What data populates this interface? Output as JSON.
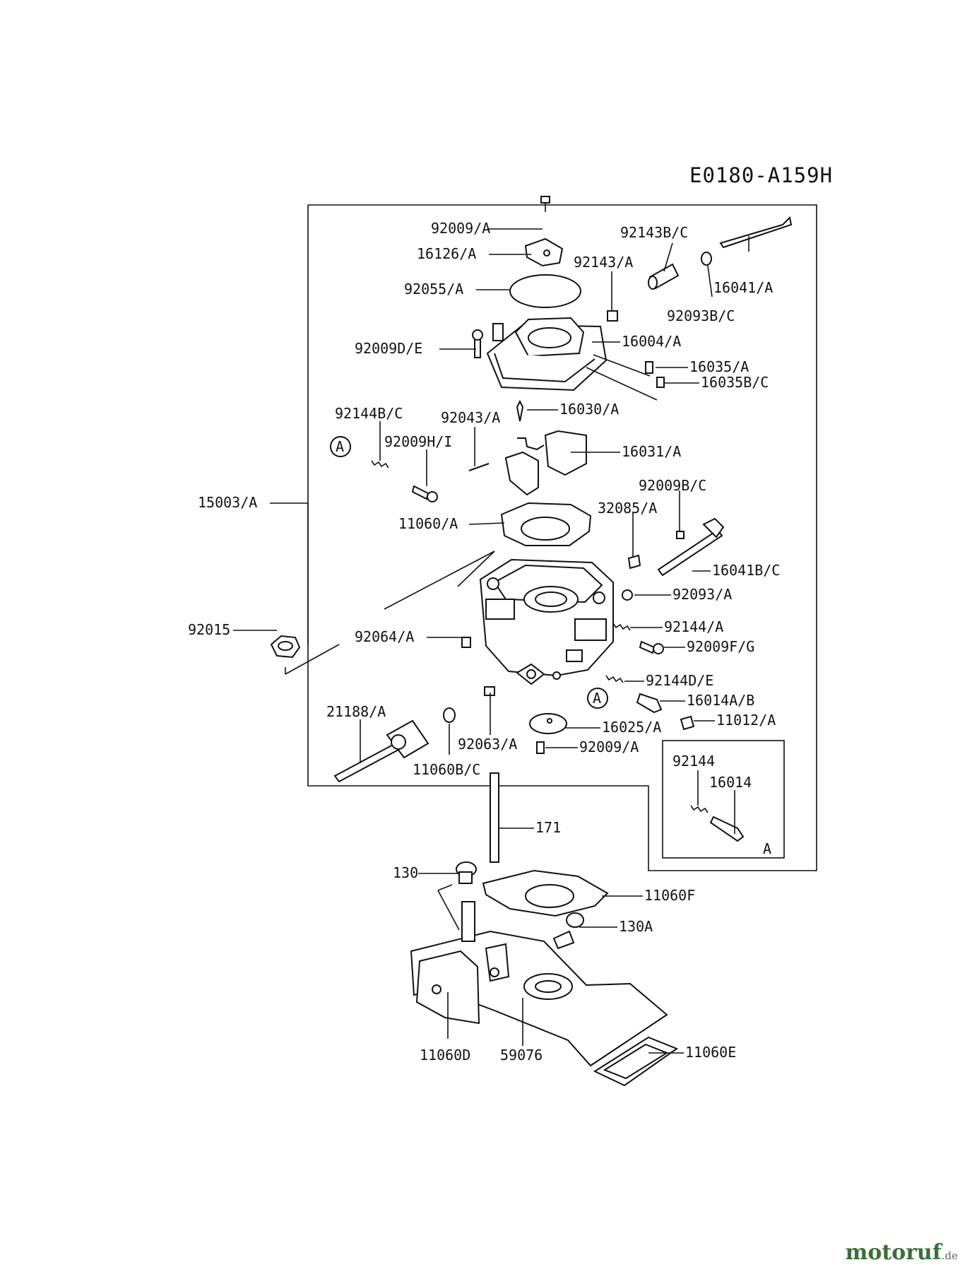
{
  "diagram_code": "E0180-A159H",
  "watermark": {
    "text": "motoruf",
    "suffix": ".de"
  },
  "labels": {
    "92009_A_top": "92009/A",
    "16126_A": "16126/A",
    "92055_A": "92055/A",
    "92143B_C": "92143B/C",
    "92143_A": "92143/A",
    "16041_A": "16041/A",
    "92093B_C": "92093B/C",
    "16004_A": "16004/A",
    "92009D_E": "92009D/E",
    "16035_A": "16035/A",
    "16035B_C": "16035B/C",
    "92144B_C": "92144B/C",
    "92043_A": "92043/A",
    "16030_A": "16030/A",
    "92009H_I": "92009H/I",
    "16031_A": "16031/A",
    "15003_A": "15003/A",
    "92009B_C": "92009B/C",
    "11060_A": "11060/A",
    "32085_A": "32085/A",
    "16041B_C": "16041B/C",
    "92093_A": "92093/A",
    "92015": "92015",
    "92064_A": "92064/A",
    "92144_A": "92144/A",
    "92009F_G": "92009F/G",
    "92144D_E": "92144D/E",
    "16014A_B": "16014A/B",
    "21188_A": "21188/A",
    "16025_A": "16025/A",
    "11012_A": "11012/A",
    "92063_A": "92063/A",
    "92009_A_bottom": "92009/A",
    "11060B_C": "11060B/C",
    "inset_92144": "92144",
    "inset_16014": "16014",
    "inset_ref": "A",
    "171": "171",
    "130": "130",
    "11060F": "11060F",
    "130A": "130A",
    "11060D": "11060D",
    "59076": "59076",
    "11060E": "11060E"
  },
  "callout_marker": "A"
}
